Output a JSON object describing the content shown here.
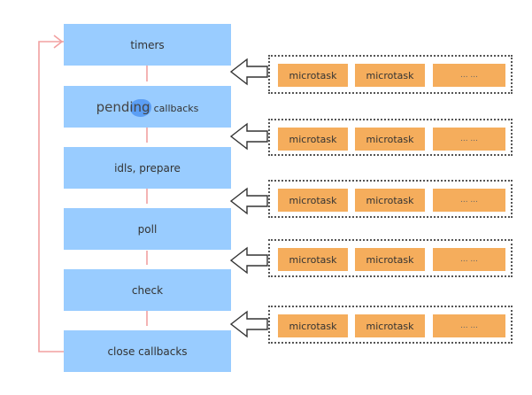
{
  "colors": {
    "phase_fill": "#99ccff",
    "task_fill": "#f5ad5c",
    "loop_line": "#f2a0a0",
    "queue_border": "#555555"
  },
  "phases": [
    {
      "label": "timers"
    },
    {
      "label_big": "pending",
      "label_small": "callbacks"
    },
    {
      "label": "idls, prepare"
    },
    {
      "label": "poll"
    },
    {
      "label": "check"
    },
    {
      "label": "close callbacks"
    }
  ],
  "queues": [
    {
      "tasks": [
        "microtask",
        "microtask",
        "... ..."
      ]
    },
    {
      "tasks": [
        "microtask",
        "microtask",
        "... ..."
      ]
    },
    {
      "tasks": [
        "microtask",
        "microtask",
        "... ..."
      ]
    },
    {
      "tasks": [
        "microtask",
        "microtask",
        "... ..."
      ]
    },
    {
      "tasks": [
        "microtask",
        "microtask",
        "... ..."
      ]
    }
  ],
  "icons": {
    "loop_arrow": "loop-back-arrow-icon",
    "queue_arrow": "hollow-left-arrow-icon"
  }
}
